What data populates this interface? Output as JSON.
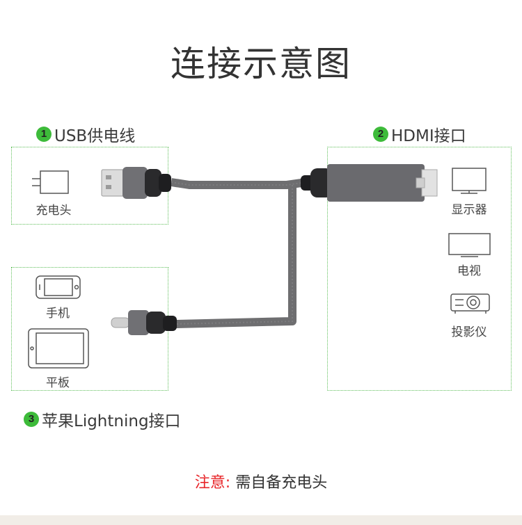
{
  "title": "连接示意图",
  "sections": {
    "usb": {
      "number": "1",
      "label": "USB供电线"
    },
    "hdmi": {
      "number": "2",
      "label": "HDMI接口"
    },
    "lightning": {
      "number": "3",
      "label": "苹果Lightning接口"
    }
  },
  "devices": {
    "charger": "充电头",
    "phone": "手机",
    "tablet": "平板",
    "monitor": "显示器",
    "tv": "电视",
    "projector": "投影仪"
  },
  "note": {
    "warning": "注意:",
    "text": " 需自备充电头"
  },
  "colors": {
    "accent_green": "#3dbb3a",
    "cable_gray": "#6e6e70",
    "connector_dark": "#2a2a2c",
    "warning_red": "#e8262a"
  },
  "icons": [
    "charger-icon",
    "phone-icon",
    "tablet-icon",
    "monitor-icon",
    "tv-icon",
    "projector-icon"
  ]
}
